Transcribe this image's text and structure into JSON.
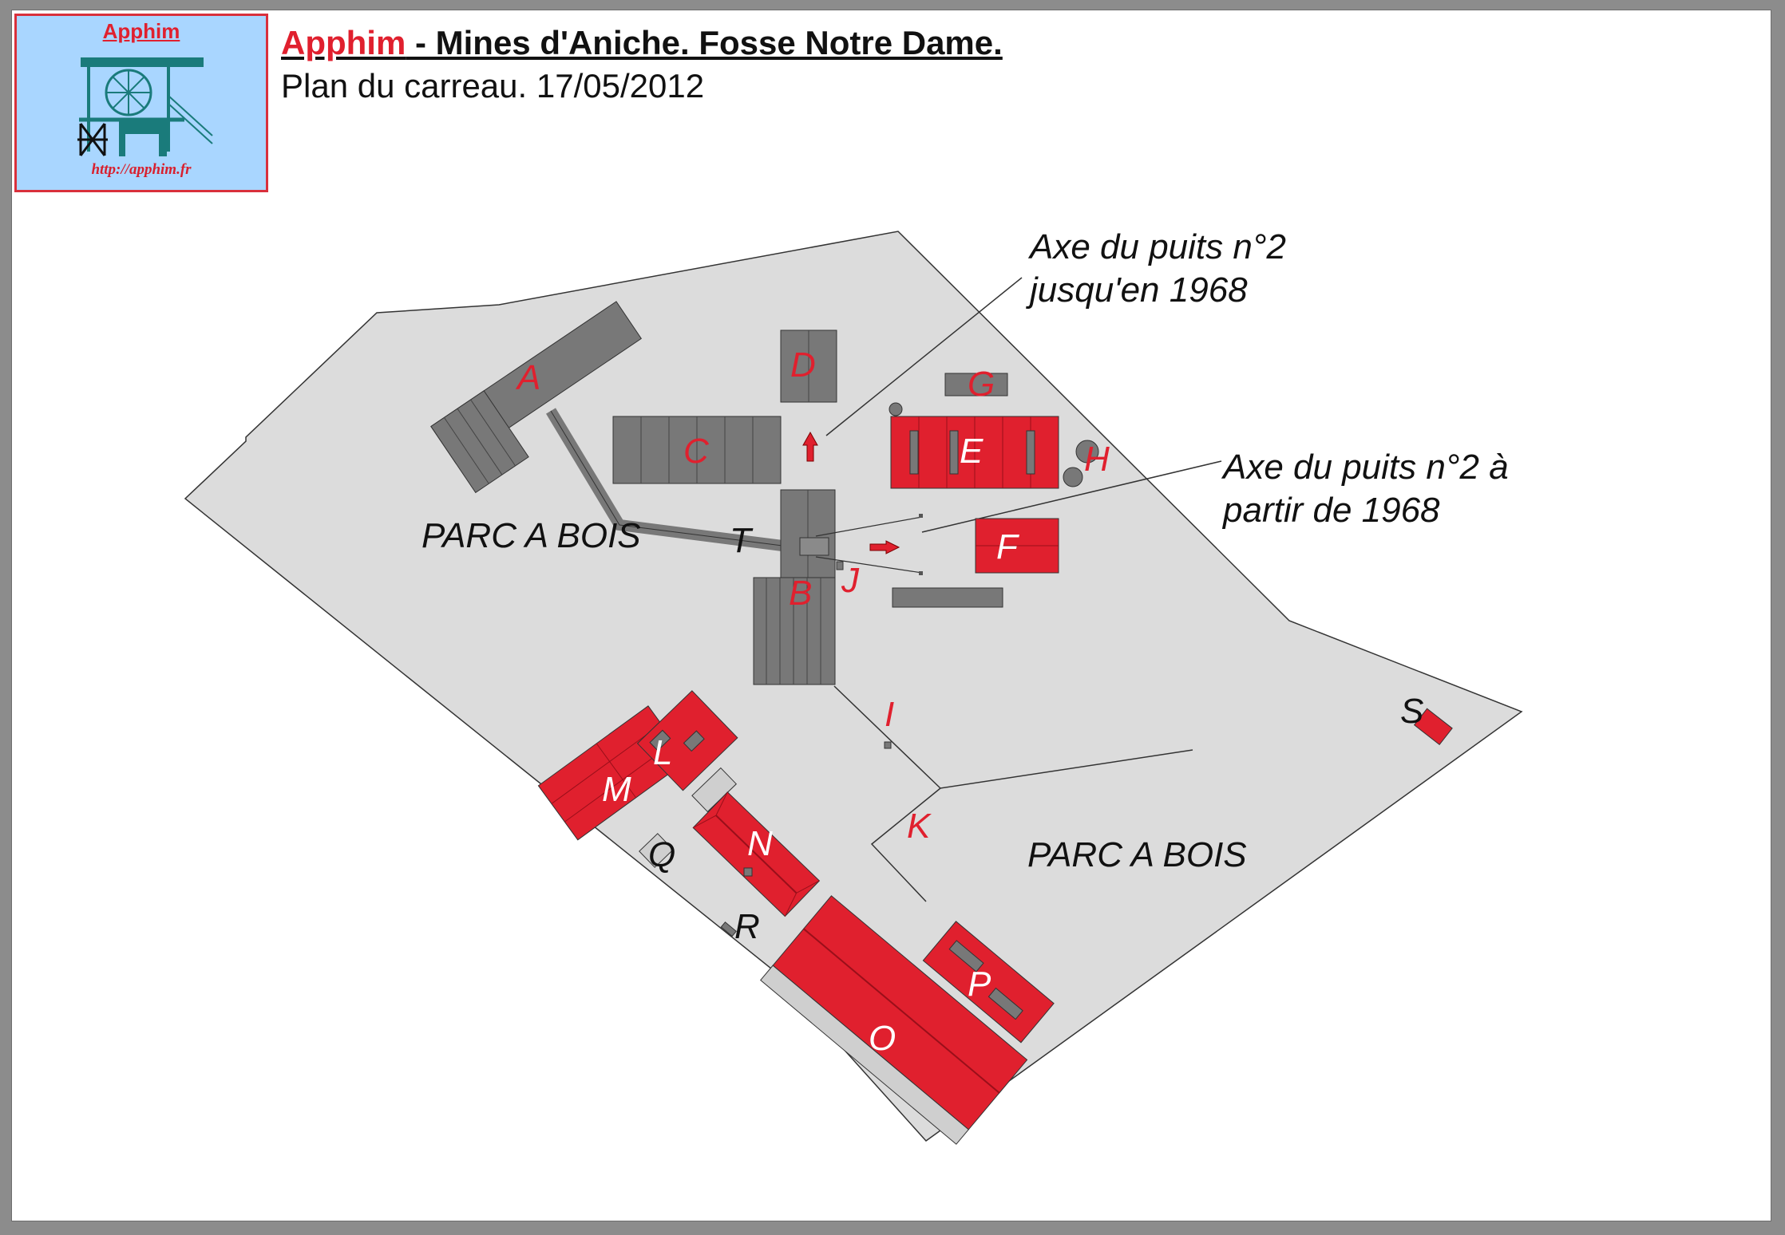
{
  "logo": {
    "name": "Apphim",
    "url": "http://apphim.fr"
  },
  "header": {
    "brand": "Apphim",
    "title_rest": " - Mines d'Aniche. Fosse Notre Dame.",
    "subtitle": "Plan du carreau. 17/05/2012"
  },
  "areas": {
    "north": "PARC A BOIS",
    "south": "PARC A BOIS"
  },
  "notes": {
    "axe_old_line1": "Axe du puits n°2",
    "axe_old_line2": "jusqu'en 1968",
    "axe_new_line1": "Axe du puits n°2 à",
    "axe_new_line2": "partir de 1968"
  },
  "labels": {
    "A": "A",
    "B": "B",
    "C": "C",
    "D": "D",
    "E": "E",
    "F": "F",
    "G": "G",
    "H": "H",
    "I": "I",
    "J": "J",
    "K": "K",
    "L": "L",
    "M": "M",
    "N": "N",
    "O": "O",
    "P": "P",
    "Q": "Q",
    "R": "R",
    "S": "S",
    "T": "T"
  },
  "colors": {
    "ground": "#dcdcdc",
    "building_old": "#787878",
    "building_new": "#e0202e",
    "accent": "#e0202e"
  }
}
